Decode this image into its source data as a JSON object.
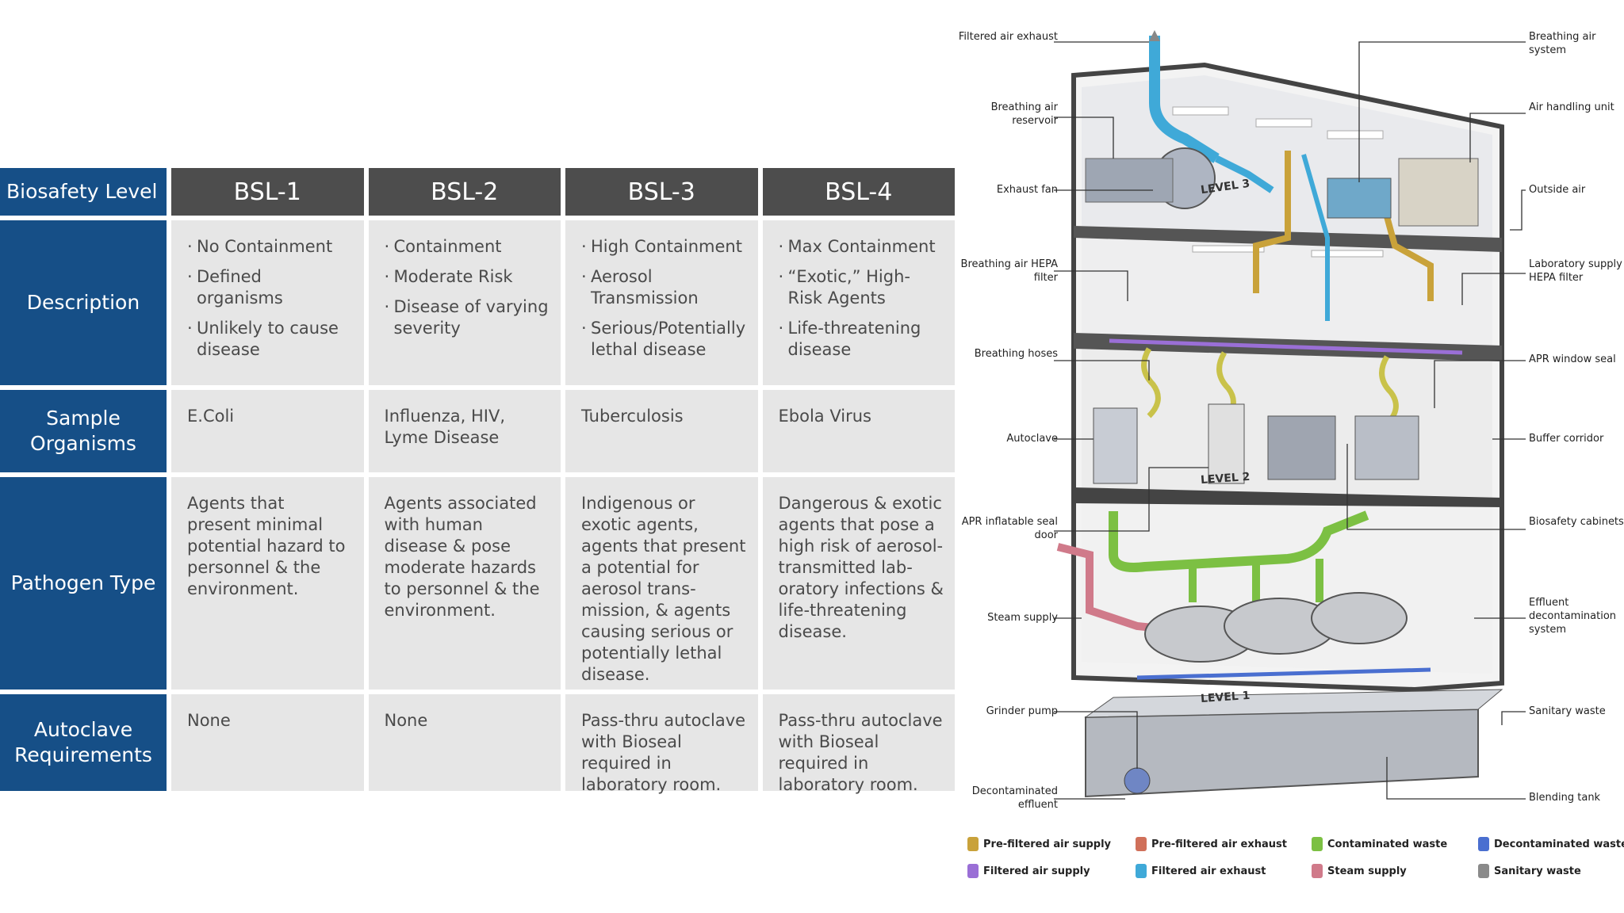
{
  "table": {
    "corner_label": "Biosafety Level",
    "levels": [
      "BSL-1",
      "BSL-2",
      "BSL-3",
      "BSL-4"
    ],
    "rows": [
      {
        "label": "Description",
        "cells": [
          [
            "No Containment",
            "Defined organisms",
            "Unlikely to cause disease"
          ],
          [
            "Containment",
            "Moderate Risk",
            "Disease of varying severity"
          ],
          [
            "High Containment",
            "Aerosol Transmission",
            "Serious/Potentially lethal disease"
          ],
          [
            "Max Containment",
            "“Exotic,” High-Risk Agents",
            "Life-threatening disease"
          ]
        ]
      },
      {
        "label": "Sample Organisms",
        "cells": [
          "E.Coli",
          "Influenza, HIV, Lyme Disease",
          "Tuberculosis",
          "Ebola Virus"
        ]
      },
      {
        "label": "Pathogen Type",
        "cells": [
          "Agents that present minimal potential hazard to personnel & the environment.",
          "Agents associated with human disease & pose moderate hazards to personnel & the environment.",
          "Indigenous or exotic agents, agents that present a potential for aerosol trans-mission, & agents causing serious or potentially lethal disease.",
          "Dangerous & exotic agents that pose a high risk of aerosol-transmitted lab-oratory infections & life-threatening disease."
        ]
      },
      {
        "label": "Autoclave Requirements",
        "cells": [
          "None",
          "None",
          "Pass-thru autoclave with Bioseal required in laboratory room.",
          "Pass-thru autoclave with Bioseal required in laboratory room."
        ]
      }
    ]
  },
  "diagram": {
    "left_labels": {
      "filtered_air_exhaust": "Filtered air exhaust",
      "breathing_air_reservoir": "Breathing air reservoir",
      "exhaust_fan": "Exhaust fan",
      "breathing_air_hepa_filter": "Breathing air HEPA filter",
      "breathing_hoses": "Breathing hoses",
      "autoclave": "Autoclave",
      "apr_inflatable_seal_door": "APR inflatable seal door",
      "steam_supply": "Steam supply",
      "grinder_pump": "Grinder pump",
      "decontaminated_effluent": "Decontaminated effluent"
    },
    "right_labels": {
      "breathing_air_system": "Breathing air system",
      "air_handling_unit": "Air handling unit",
      "outside_air": "Outside air",
      "laboratory_supply_hepa_filter": "Laboratory supply HEPA filter",
      "apr_window_seal": "APR window seal",
      "buffer_corridor": "Buffer corridor",
      "biosafety_cabinets": "Biosafety cabinets",
      "effluent_decontamination_system": "Effluent decontamination system",
      "sanitary_waste": "Sanitary waste",
      "blending_tank": "Blending tank"
    },
    "levels": {
      "level3": "LEVEL 3",
      "level2": "LEVEL 2",
      "level1": "LEVEL 1"
    },
    "legend": [
      {
        "label": "Pre-filtered air supply",
        "color": "#c9a23a"
      },
      {
        "label": "Pre-filtered air exhaust",
        "color": "#d0705a"
      },
      {
        "label": "Contaminated waste",
        "color": "#7cc043"
      },
      {
        "label": "Decontaminated waste",
        "color": "#4a6fd0"
      },
      {
        "label": "Filtered air supply",
        "color": "#9a6fd6"
      },
      {
        "label": "Filtered air exhaust",
        "color": "#3fa9d8"
      },
      {
        "label": "Steam supply",
        "color": "#d07a8a"
      },
      {
        "label": "Sanitary waste",
        "color": "#8a8a8a"
      }
    ]
  }
}
